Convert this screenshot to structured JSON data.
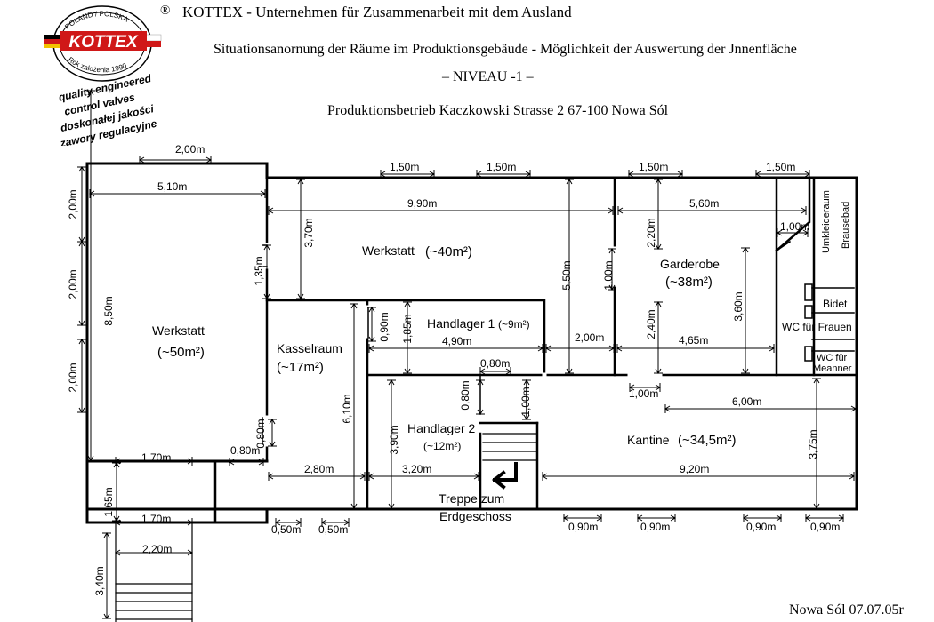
{
  "header": {
    "company_line": "KOTTEX  -  Unternehmen für Zusammenarbeit mit dem Ausland",
    "registered_mark": "®",
    "title": "Situationsanornung der Räume im Produktionsgebäude - Möglichkeit der Auswertung der Jnnenfläche",
    "level": "–  NIVEAU  -1  –",
    "address": "Produktionsbetrieb Kaczkowski  Strasse 2   67-100 Nowa Sól"
  },
  "logo": {
    "top_arc": "POLAND / POLSKA",
    "brand": "KOTTEX",
    "bottom_arc": "Rok założenia 1990",
    "slogans": [
      "quality engineered",
      "control valves",
      "doskonałej jakości",
      "zawory regulacyjne"
    ]
  },
  "footer": {
    "date": "Nowa Sól 07.07.05r"
  },
  "rooms": {
    "werkstatt50": {
      "name": "Werkstatt",
      "area": "(~50m²)"
    },
    "werkstatt40": {
      "name": "Werkstatt",
      "area": "(~40m²)"
    },
    "garderobe": {
      "name": "Garderobe",
      "area": "(~38m²)"
    },
    "kasselraum": {
      "name": "Kasselraum",
      "area": "(~17m²)"
    },
    "handlager1": {
      "name": "Handlager  1",
      "area": "(~9m²)"
    },
    "handlager2": {
      "name": "Handlager 2",
      "area": "(~12m²)"
    },
    "kantine": {
      "name": "Kantine",
      "area": "(~34,5m²)"
    },
    "umkleideraum": {
      "name": "Umkleideraum"
    },
    "brausebad": {
      "name": "Brausebad"
    },
    "bidet": {
      "name": "Bidet"
    },
    "wc_frauen": {
      "name": "WC für Frauen"
    },
    "wc_maenner_1": {
      "name": "WC für"
    },
    "wc_maenner_2": {
      "name": "Meanner"
    },
    "treppe": {
      "name": "Treppe zum"
    },
    "erdgeschoss": {
      "name": "Erdgeschoss"
    }
  },
  "dimensions": {
    "d_200_top": "2,00m",
    "d_510": "5,10m",
    "d_850": "8,50m",
    "d_200_a": "2,00m",
    "d_200_b": "2,00m",
    "d_200_c": "2,00m",
    "d_150_a": "1,50m",
    "d_150_b": "1,50m",
    "d_150_c": "1,50m",
    "d_150_d": "1,50m",
    "d_990": "9,90m",
    "d_560": "5,60m",
    "d_370": "3,70m",
    "d_135": "1,35m",
    "d_550": "5,50m",
    "d_100_a": "1,00m",
    "d_220": "2,20m",
    "d_100_b": "1,00m",
    "d_360": "3,60m",
    "d_090_a": "0,90m",
    "d_185": "1,85m",
    "d_490": "4,90m",
    "d_200_d": "2,00m",
    "d_240": "2,40m",
    "d_465": "4,65m",
    "d_080_a": "0,80m",
    "d_080_b": "0,80m",
    "d_100_c": "1,00m",
    "d_100_d": "1,00m",
    "d_610": "6,10m",
    "d_390": "3,90m",
    "d_600": "6,00m",
    "d_375": "3,75m",
    "d_080_c": "0,80m",
    "d_080_d": "0,80m",
    "d_280": "2,80m",
    "d_320": "3,20m",
    "d_920": "9,20m",
    "d_170_a": "1,70m",
    "d_165": "1,65m",
    "d_170_b": "1,70m",
    "d_220_b": "2,20m",
    "d_340": "3,40m",
    "d_050_a": "0,50m",
    "d_050_b": "0,50m",
    "d_090_b": "0,90m",
    "d_090_c": "0,90m",
    "d_090_d": "0,90m",
    "d_090_e": "0,90m"
  },
  "colors": {
    "logo_red": "#d01818",
    "line": "#000000"
  }
}
